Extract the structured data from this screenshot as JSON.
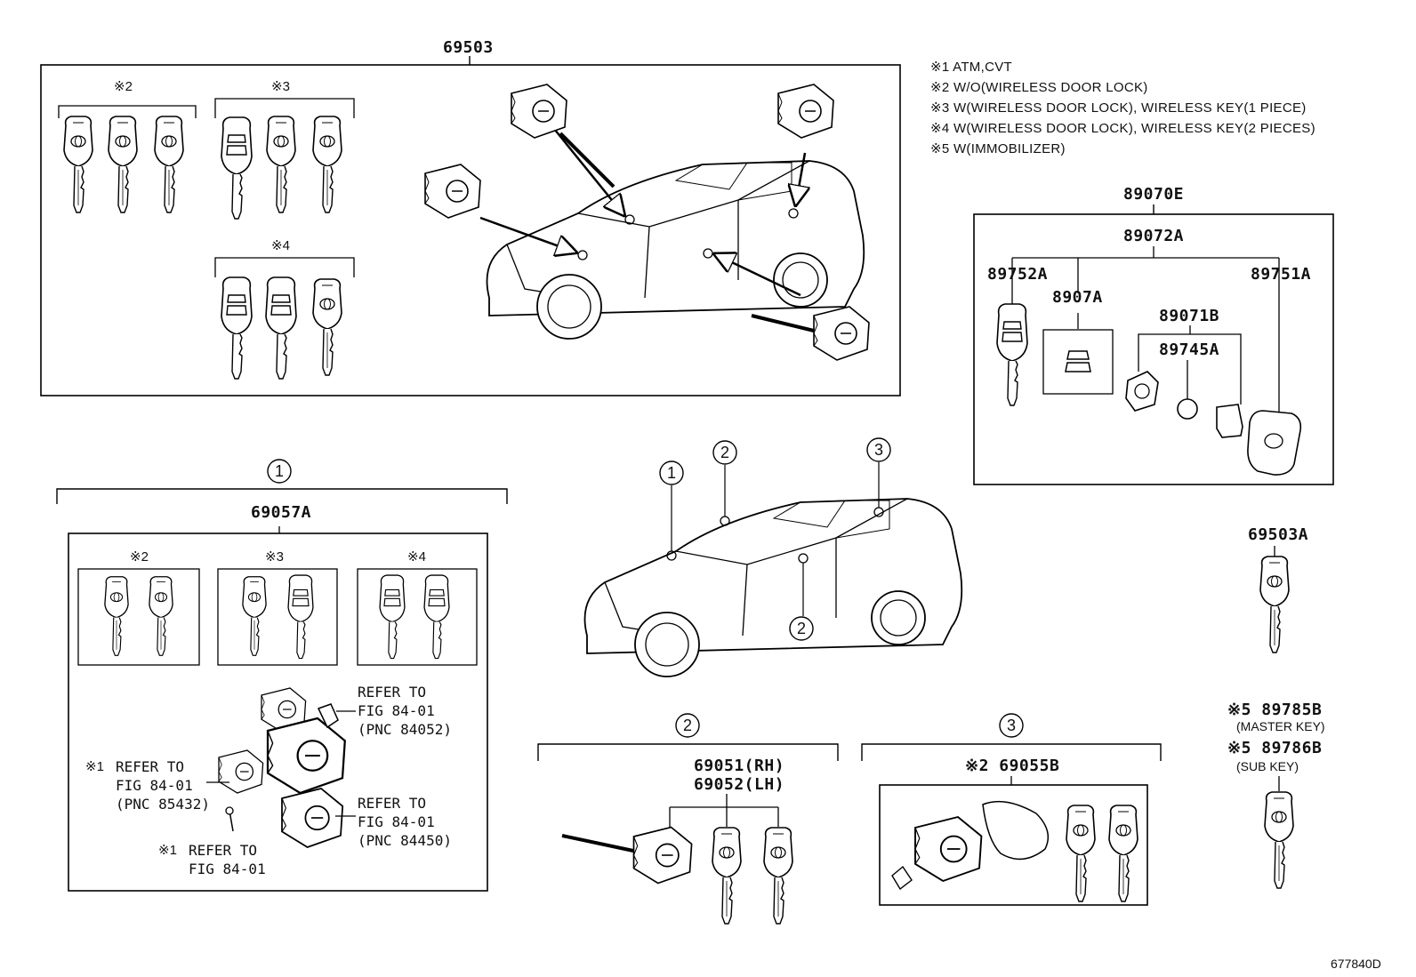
{
  "notes": [
    "※1 ATM,CVT",
    "※2 W/O(WIRELESS DOOR LOCK)",
    "※3 W(WIRELESS DOOR LOCK), WIRELESS KEY(1 PIECE)",
    "※4 W(WIRELESS DOOR LOCK), WIRELESS KEY(2 PIECES)",
    "※5 W(IMMOBILIZER)"
  ],
  "groups": {
    "g69503": {
      "part": "69503",
      "mark2": "※2",
      "mark3": "※3",
      "mark4": "※4"
    },
    "g89070": {
      "kit": "89070E",
      "sub": "89072A",
      "p1": "89752A",
      "p2": "8907A",
      "p3": "89071B",
      "p4": "89745A",
      "p5": "89751A"
    },
    "g69503A": {
      "part": "69503A"
    },
    "keys_immobilizer": {
      "master": "※5 89785B",
      "master_label": "(MASTER KEY)",
      "sub": "※5 89786B",
      "sub_label": "(SUB KEY)"
    },
    "g1": {
      "circle": "1",
      "part": "69057A",
      "mark2": "※2",
      "mark3": "※3",
      "mark4": "※4",
      "ref_a": [
        "REFER TO",
        "FIG 84-01",
        "(PNC 84052)"
      ],
      "ref_b": [
        "REFER TO",
        "FIG 84-01",
        "(PNC 84450)"
      ],
      "ref_c_mark": "※1",
      "ref_c": [
        "REFER TO",
        "FIG 84-01",
        "(PNC 85432)"
      ],
      "ref_d_mark": "※1",
      "ref_d": [
        "REFER TO",
        "FIG 84-01"
      ]
    },
    "g2": {
      "circle": "2",
      "part_rh": "69051(RH)",
      "part_lh": "69052(LH)"
    },
    "g3": {
      "circle": "3",
      "part": "※2 69055B"
    },
    "car_callouts": [
      "1",
      "2",
      "3",
      "2"
    ]
  },
  "figure_id": "677840D"
}
